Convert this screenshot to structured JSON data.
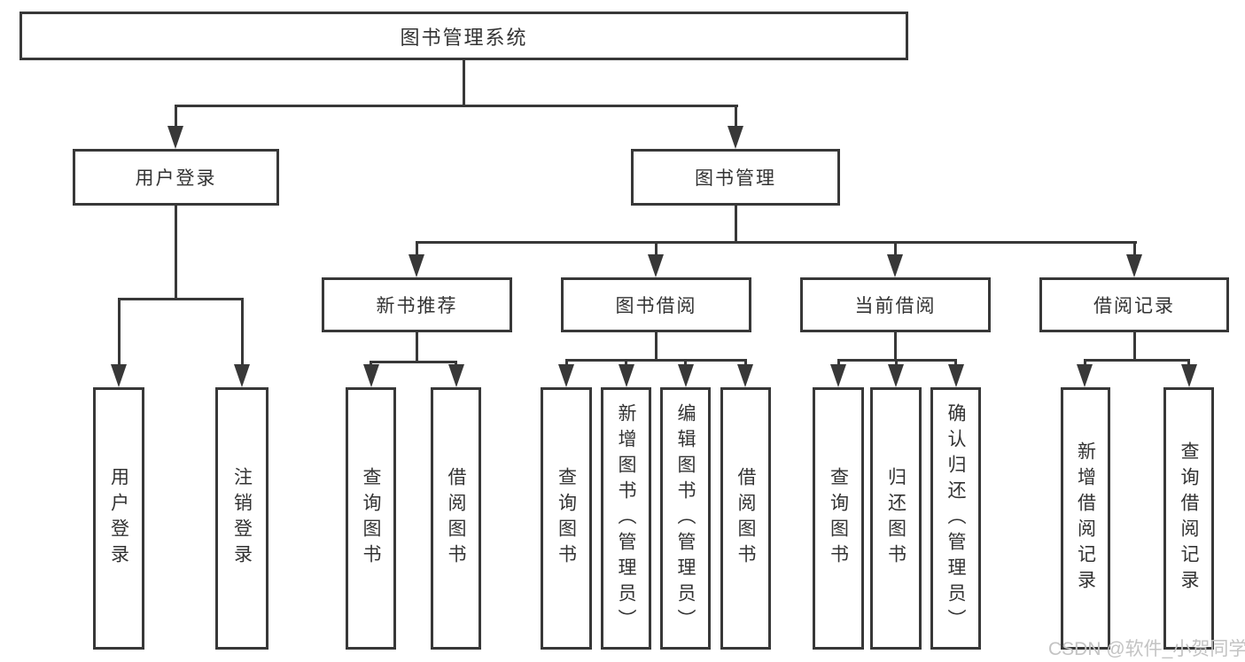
{
  "diagram": {
    "root": {
      "label": "图书管理系统"
    },
    "level2": [
      {
        "label": "用户登录"
      },
      {
        "label": "图书管理"
      }
    ],
    "level3": [
      {
        "label": "新书推荐"
      },
      {
        "label": "图书借阅"
      },
      {
        "label": "当前借阅"
      },
      {
        "label": "借阅记录"
      }
    ],
    "leaves": {
      "user_login": [
        "用户登录",
        "注销登录"
      ],
      "new_book_recommend": [
        "查询图书",
        "借阅图书"
      ],
      "book_borrowing": [
        "查询图书",
        "新增图书（管理员）",
        "编辑图书（管理员）",
        "借阅图书"
      ],
      "current_borrowing": [
        "查询图书",
        "归还图书",
        "确认归还（管理员）"
      ],
      "borrowing_records": [
        "新增借阅记录",
        "查询借阅记录"
      ]
    }
  },
  "watermark": "CSDN @软件_小贺同学",
  "colors": {
    "line": "#383838",
    "text": "#333333",
    "watermark": "#c3c3c3",
    "background": "#ffffff"
  }
}
